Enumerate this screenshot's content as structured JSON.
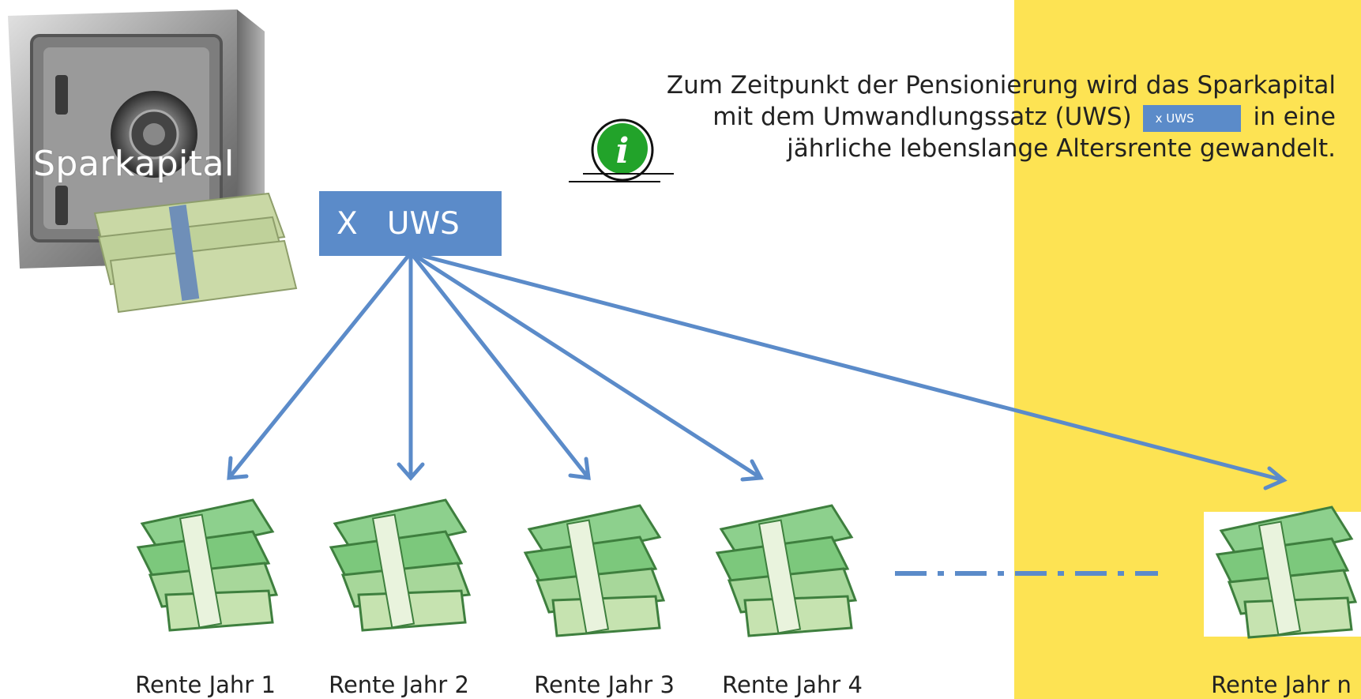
{
  "safe": {
    "label": "Sparkapital"
  },
  "uws_box": {
    "label": "X   UWS"
  },
  "info": {
    "line1": "Zum Zeitpunkt der Pensionierung wird das Sparkapital",
    "line2_before": "mit dem Umwandlungssatz (UWS)",
    "line2_badge": "x  UWS",
    "line2_after": "in eine",
    "line3": "jährliche lebenslange Altersrente gewandelt."
  },
  "rentes": [
    {
      "label": "Rente Jahr 1"
    },
    {
      "label": "Rente Jahr 2"
    },
    {
      "label": "Rente Jahr 3"
    },
    {
      "label": "Rente Jahr 4"
    },
    {
      "label": "Rente Jahr n"
    }
  ],
  "colors": {
    "accent_blue": "#5b8bc9",
    "highlight_yellow": "#fde353",
    "money_green": "#7cc87c"
  }
}
